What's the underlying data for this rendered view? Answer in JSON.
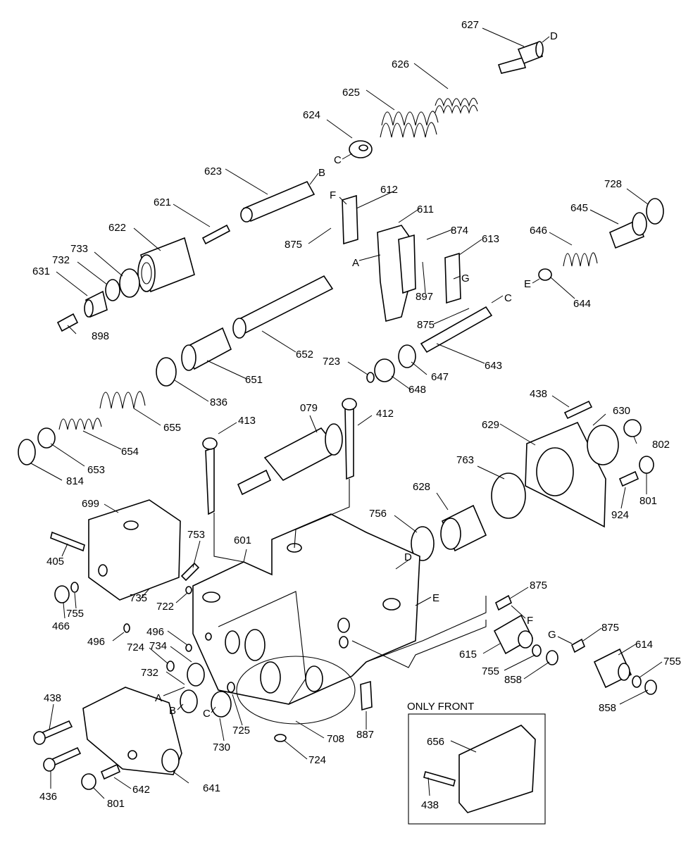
{
  "labels": {
    "p627": "627",
    "pD1": "D",
    "p626": "626",
    "p625": "625",
    "p624": "624",
    "pC1": "C",
    "p623": "623",
    "pB1": "B",
    "p612": "612",
    "pF1": "F",
    "p621": "621",
    "p611": "611",
    "p874": "874",
    "p622": "622",
    "p875a": "875",
    "p613": "613",
    "p733": "733",
    "p732a": "732",
    "pA1": "A",
    "pG1": "G",
    "p631": "631",
    "p897": "897",
    "p898": "898",
    "p875b": "875",
    "pC2": "C",
    "p652": "652",
    "p723": "723",
    "p643": "643",
    "p647": "647",
    "p648": "648",
    "p651": "651",
    "p836": "836",
    "p728": "728",
    "p645": "645",
    "p646": "646",
    "pE1": "E",
    "p644": "644",
    "p655": "655",
    "p654": "654",
    "p653": "653",
    "p814": "814",
    "p438a": "438",
    "p630": "630",
    "p629": "629",
    "p802": "802",
    "p763": "763",
    "p924": "924",
    "p801a": "801",
    "p079": "079",
    "p413": "413",
    "p412": "412",
    "p628": "628",
    "p756": "756",
    "p699": "699",
    "p405": "405",
    "p753": "753",
    "p601": "601",
    "pD2": "D",
    "p735": "735",
    "p722": "722",
    "p466": "466",
    "p755a": "755",
    "pE2": "E",
    "p875c": "875",
    "pF2": "F",
    "p496a": "496",
    "p496b": "496",
    "p724a": "724",
    "p734": "734",
    "p732b": "732",
    "pA2": "A",
    "pB2": "B",
    "pC3": "C",
    "p725": "725",
    "p730": "730",
    "p708": "708",
    "p724b": "724",
    "p887": "887",
    "p615": "615",
    "p755b": "755",
    "p858a": "858",
    "pG2": "G",
    "p875d": "875",
    "p614": "614",
    "p755c": "755",
    "p858b": "858",
    "p438b": "438",
    "p436": "436",
    "p642": "642",
    "p801b": "801",
    "p641": "641",
    "p656": "656",
    "p438c": "438"
  },
  "inset": {
    "title": "ONLY FRONT"
  }
}
